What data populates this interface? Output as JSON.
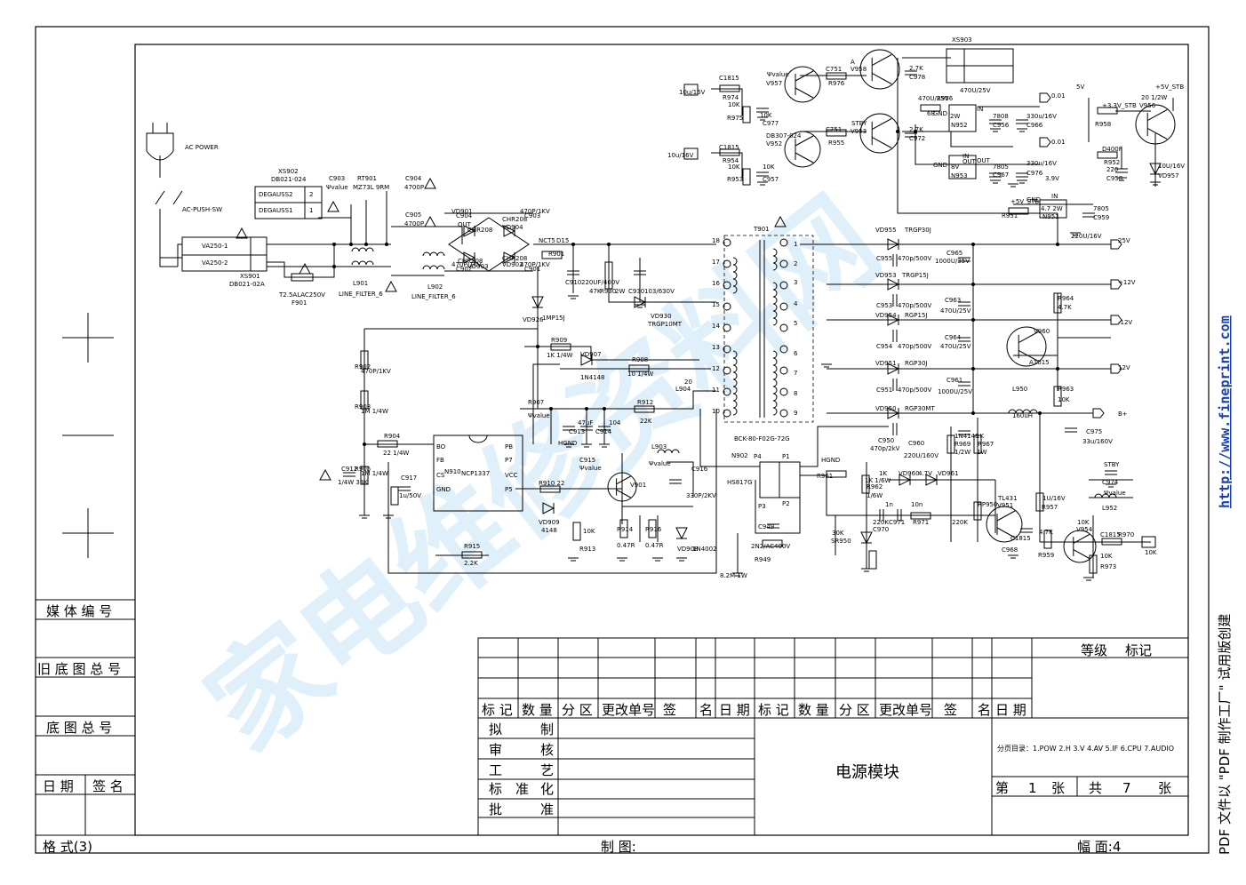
{
  "watermark": "家电维修资料网",
  "side_url": "http://www.fineprint.com",
  "side_note": "PDF 文件以 \"PDF 制作工厂\" 试用版创建",
  "left_strip": {
    "media_no": "媒 体 编 号",
    "old_base_no": "旧 底 图 总 号",
    "base_no": "底 图 总 号",
    "date": "日 期",
    "sign": "签 名"
  },
  "footer": {
    "format": "格 式(3)",
    "drawn": "制 图:",
    "frame": "幅 面:4"
  },
  "title_block": {
    "grade": "等级",
    "mark": "标记",
    "revision_headers": [
      "标 记",
      "数 量",
      "分 区",
      "更改单号",
      "签",
      "名",
      "日 期",
      "标 记",
      "数 量",
      "分 区",
      "更改单号",
      "签",
      "名",
      "日 期"
    ],
    "roles": [
      [
        "拟",
        "制"
      ],
      [
        "审",
        "核"
      ],
      [
        "工",
        "艺"
      ],
      [
        "标",
        "准",
        "化"
      ],
      [
        "批",
        "准"
      ]
    ],
    "drawing_name": "电源模块",
    "page_index": "分页目录：1.POW  2.H  3.V  4.AV  5.IF  6.CPU  7.AUDIO",
    "sheet_di": "第",
    "sheet_no": "1",
    "sheet_zhang1": "张",
    "sheet_gong": "共",
    "sheet_total": "7",
    "sheet_zhang2": "张"
  },
  "schematic": {
    "labels": [
      {
        "t": "AC POWER"
      },
      {
        "t": "AC-PUSH-SW"
      },
      {
        "t": "XS902"
      },
      {
        "t": "DB021-024"
      },
      {
        "t": "DEGAUSS2"
      },
      {
        "t": "DEGAUSS1"
      },
      {
        "t": "2"
      },
      {
        "t": "1"
      },
      {
        "t": "C903"
      },
      {
        "t": "Ψvalue"
      },
      {
        "t": "RT901"
      },
      {
        "t": "MZ73L 9RM"
      },
      {
        "t": "C904"
      },
      {
        "t": "4700P"
      },
      {
        "t": "C905"
      },
      {
        "t": "4700P"
      },
      {
        "t": "VA250-1"
      },
      {
        "t": "VA250-2"
      },
      {
        "t": "XS901"
      },
      {
        "t": "DB021-02A"
      },
      {
        "t": "T2.5ALAC250V"
      },
      {
        "t": "F901"
      },
      {
        "t": "L901"
      },
      {
        "t": "LINE_FILTER_6"
      },
      {
        "t": "L902"
      },
      {
        "t": "LINE_FILTER_6"
      },
      {
        "t": "NCT5"
      },
      {
        "t": "D15"
      },
      {
        "t": "R901"
      },
      {
        "t": "C910"
      },
      {
        "t": "220UF/400V"
      },
      {
        "t": "R930"
      },
      {
        "t": "47K"
      },
      {
        "t": "2W"
      },
      {
        "t": "C930"
      },
      {
        "t": "103/630V"
      },
      {
        "t": "VD930"
      },
      {
        "t": "TRGP10MT"
      },
      {
        "t": "VD926"
      },
      {
        "t": "1MP15J"
      },
      {
        "t": "R909"
      },
      {
        "t": "1K 1/4W"
      },
      {
        "t": "VD907"
      },
      {
        "t": "1N4148"
      },
      {
        "t": "R908"
      },
      {
        "t": "10 1/4W"
      },
      {
        "t": "R912"
      },
      {
        "t": "22K"
      },
      {
        "t": "C913"
      },
      {
        "t": "47uF"
      },
      {
        "t": "C914"
      },
      {
        "t": "104"
      },
      {
        "t": "HGND"
      },
      {
        "t": "L904"
      },
      {
        "t": "20"
      },
      {
        "t": "R904"
      },
      {
        "t": "22 1/4W"
      },
      {
        "t": "N910"
      },
      {
        "t": "NCP1337"
      },
      {
        "t": "BO"
      },
      {
        "t": "FB"
      },
      {
        "t": "CS"
      },
      {
        "t": "GND"
      },
      {
        "t": "PB"
      },
      {
        "t": "P7"
      },
      {
        "t": "VCC"
      },
      {
        "t": "P5"
      },
      {
        "t": "C915"
      },
      {
        "t": "Ψvalue"
      },
      {
        "t": "L903"
      },
      {
        "t": "Ψvalue"
      },
      {
        "t": "R910 22"
      },
      {
        "t": "V901"
      },
      {
        "t": "VD909"
      },
      {
        "t": "4148"
      },
      {
        "t": "R913"
      },
      {
        "t": "10K"
      },
      {
        "t": "R914"
      },
      {
        "t": "0.47R"
      },
      {
        "t": "R916"
      },
      {
        "t": "0.47R"
      },
      {
        "t": "VD908"
      },
      {
        "t": "1N4002"
      },
      {
        "t": "C916"
      },
      {
        "t": "330P/2KV"
      },
      {
        "t": "R915"
      },
      {
        "t": "2.2K"
      },
      {
        "t": "T901"
      },
      {
        "t": "BCK-80-F02G-72G"
      },
      {
        "t": "18"
      },
      {
        "t": "17"
      },
      {
        "t": "16"
      },
      {
        "t": "15"
      },
      {
        "t": "14"
      },
      {
        "t": "13"
      },
      {
        "t": "12"
      },
      {
        "t": "11"
      },
      {
        "t": "10"
      },
      {
        "t": "1"
      },
      {
        "t": "2"
      },
      {
        "t": "3"
      },
      {
        "t": "4"
      },
      {
        "t": "5"
      },
      {
        "t": "6"
      },
      {
        "t": "7"
      },
      {
        "t": "8"
      },
      {
        "t": "9"
      },
      {
        "t": "VD955"
      },
      {
        "t": "TRGP30J"
      },
      {
        "t": "C955"
      },
      {
        "t": "470p/500V"
      },
      {
        "t": "C965"
      },
      {
        "t": "1000U/35V"
      },
      {
        "t": "25V"
      },
      {
        "t": "VD953"
      },
      {
        "t": "TRGP15J"
      },
      {
        "t": "C953"
      },
      {
        "t": "470p/500V"
      },
      {
        "t": "C963"
      },
      {
        "t": "470U/25V"
      },
      {
        "t": "+12V"
      },
      {
        "t": "VD954"
      },
      {
        "t": "RGP15J"
      },
      {
        "t": "C954"
      },
      {
        "t": "470p/500V"
      },
      {
        "t": "C964"
      },
      {
        "t": "470U/25V"
      },
      {
        "t": "-12V"
      },
      {
        "t": "VD951"
      },
      {
        "t": "RGP30J"
      },
      {
        "t": "C951"
      },
      {
        "t": "470p/500V"
      },
      {
        "t": "C961"
      },
      {
        "t": "1000U/25V"
      },
      {
        "t": "12V"
      },
      {
        "t": "VD950"
      },
      {
        "t": "RGP30MT"
      },
      {
        "t": "C950"
      },
      {
        "t": "470p/2kV"
      },
      {
        "t": "C960"
      },
      {
        "t": "220U/160V"
      },
      {
        "t": "L950"
      },
      {
        "t": "160uH"
      },
      {
        "t": "B+"
      },
      {
        "t": "C975"
      },
      {
        "t": "33u/160V"
      },
      {
        "t": "R964"
      },
      {
        "t": "4.7K"
      },
      {
        "t": "R963"
      },
      {
        "t": "10K"
      },
      {
        "t": "V960"
      },
      {
        "t": "A1015"
      },
      {
        "t": "N902"
      },
      {
        "t": "HS817G"
      },
      {
        "t": "P4"
      },
      {
        "t": "P1"
      },
      {
        "t": "P3"
      },
      {
        "t": "P2"
      },
      {
        "t": "C949"
      },
      {
        "t": "2N2/AC400V"
      },
      {
        "t": "R949"
      },
      {
        "t": "8.2M 1W"
      },
      {
        "t": "HGND"
      },
      {
        "t": "R961"
      },
      {
        "t": "1K 1/6W"
      },
      {
        "t": "R962"
      },
      {
        "t": "1/6W"
      },
      {
        "t": "1K"
      },
      {
        "t": "VD960"
      },
      {
        "t": "4.7V"
      },
      {
        "t": "VD961"
      },
      {
        "t": "1N4148"
      },
      {
        "t": "R969"
      },
      {
        "t": "1/2W"
      },
      {
        "t": "1K"
      },
      {
        "t": "R967"
      },
      {
        "t": "1W"
      },
      {
        "t": "220K"
      },
      {
        "t": "C970"
      },
      {
        "t": "1n"
      },
      {
        "t": "C971"
      },
      {
        "t": "10n"
      },
      {
        "t": "R971"
      },
      {
        "t": "220K"
      },
      {
        "t": "RP950"
      },
      {
        "t": "30K"
      },
      {
        "t": "SR950"
      },
      {
        "t": "TL431"
      },
      {
        "t": "V951"
      },
      {
        "t": "C1815"
      },
      {
        "t": "C968"
      },
      {
        "t": "1U/16V"
      },
      {
        "t": "R957"
      },
      {
        "t": "4.7K"
      },
      {
        "t": "R959"
      },
      {
        "t": "10K"
      },
      {
        "t": "V954"
      },
      {
        "t": "C1815"
      },
      {
        "t": "R970"
      },
      {
        "t": "10K"
      },
      {
        "t": "R973"
      },
      {
        "t": "10K"
      },
      {
        "t": "STBY"
      },
      {
        "t": "C974"
      },
      {
        "t": "Ψvalue"
      },
      {
        "t": "L952"
      },
      {
        "t": "Ψvalue"
      },
      {
        "t": "V957"
      },
      {
        "t": "C1815"
      },
      {
        "t": "R974"
      },
      {
        "t": "10K"
      },
      {
        "t": "R975"
      },
      {
        "t": "10K"
      },
      {
        "t": "C977"
      },
      {
        "t": "10u/16V"
      },
      {
        "t": "A"
      },
      {
        "t": "V958"
      },
      {
        "t": "C751"
      },
      {
        "t": "R976"
      },
      {
        "t": "2.7K"
      },
      {
        "t": "C978"
      },
      {
        "t": "470U/25V"
      },
      {
        "t": "XS903"
      },
      {
        "t": "DB307-024"
      },
      {
        "t": "V952"
      },
      {
        "t": "C1815"
      },
      {
        "t": "R954"
      },
      {
        "t": "10K"
      },
      {
        "t": "R953"
      },
      {
        "t": "10K"
      },
      {
        "t": "C957"
      },
      {
        "t": "10u/16V"
      },
      {
        "t": "STBY"
      },
      {
        "t": "V953"
      },
      {
        "t": "C751"
      },
      {
        "t": "R955"
      },
      {
        "t": "2.7K"
      },
      {
        "t": "C972"
      },
      {
        "t": "470U/25V"
      },
      {
        "t": "R956"
      },
      {
        "t": "68"
      },
      {
        "t": "2W"
      },
      {
        "t": "N952"
      },
      {
        "t": "7808"
      },
      {
        "t": "C956"
      },
      {
        "t": "330u/16V"
      },
      {
        "t": "C966"
      },
      {
        "t": "0.01"
      },
      {
        "t": "8V"
      },
      {
        "t": "N953"
      },
      {
        "t": "7805"
      },
      {
        "t": "C967"
      },
      {
        "t": "330u/16V"
      },
      {
        "t": "C976"
      },
      {
        "t": "0.01"
      },
      {
        "t": "5V"
      },
      {
        "t": "+5V_STB"
      },
      {
        "t": "+3.3V_STB"
      },
      {
        "t": "R958"
      },
      {
        "t": "20 1/2W"
      },
      {
        "t": "V956"
      },
      {
        "t": "D400F"
      },
      {
        "t": "R952"
      },
      {
        "t": "220"
      },
      {
        "t": "C958"
      },
      {
        "t": "10U/16V"
      },
      {
        "t": "VD957"
      },
      {
        "t": "3.9V"
      },
      {
        "t": "+5V_STB"
      },
      {
        "t": "R951"
      },
      {
        "t": "4.7 2W"
      },
      {
        "t": "N951"
      },
      {
        "t": "7805"
      },
      {
        "t": "C959"
      },
      {
        "t": "220U/16V"
      },
      {
        "t": "GND"
      },
      {
        "t": "IN"
      },
      {
        "t": "OUT"
      },
      {
        "t": "GND"
      },
      {
        "t": "IN"
      },
      {
        "t": "OUT"
      },
      {
        "t": "GND"
      },
      {
        "t": "IN"
      },
      {
        "t": "OUT"
      },
      {
        "t": "CHR208"
      },
      {
        "t": "CHR208"
      },
      {
        "t": "CHR208"
      },
      {
        "t": "CHR208"
      },
      {
        "t": "VD904"
      },
      {
        "t": "VD903"
      },
      {
        "t": "VD902"
      },
      {
        "t": "VD901"
      },
      {
        "t": "C904"
      },
      {
        "t": "470P/1KV"
      },
      {
        "t": "C903"
      },
      {
        "t": "470P/1KV"
      },
      {
        "t": "C902"
      },
      {
        "t": "470P/1KV"
      },
      {
        "t": "C901"
      },
      {
        "t": "470P/1KV"
      },
      {
        "t": "R902"
      },
      {
        "t": "1M 1/4W"
      },
      {
        "t": "R903"
      },
      {
        "t": "1M 1/4W"
      },
      {
        "t": "R905"
      },
      {
        "t": "1/4W 33K"
      },
      {
        "t": "C912"
      },
      {
        "t": "1u/50V"
      },
      {
        "t": "C917"
      },
      {
        "t": "Ψvalue"
      },
      {
        "t": "R907"
      },
      {
        "t": "1K 1W"
      }
    ]
  }
}
